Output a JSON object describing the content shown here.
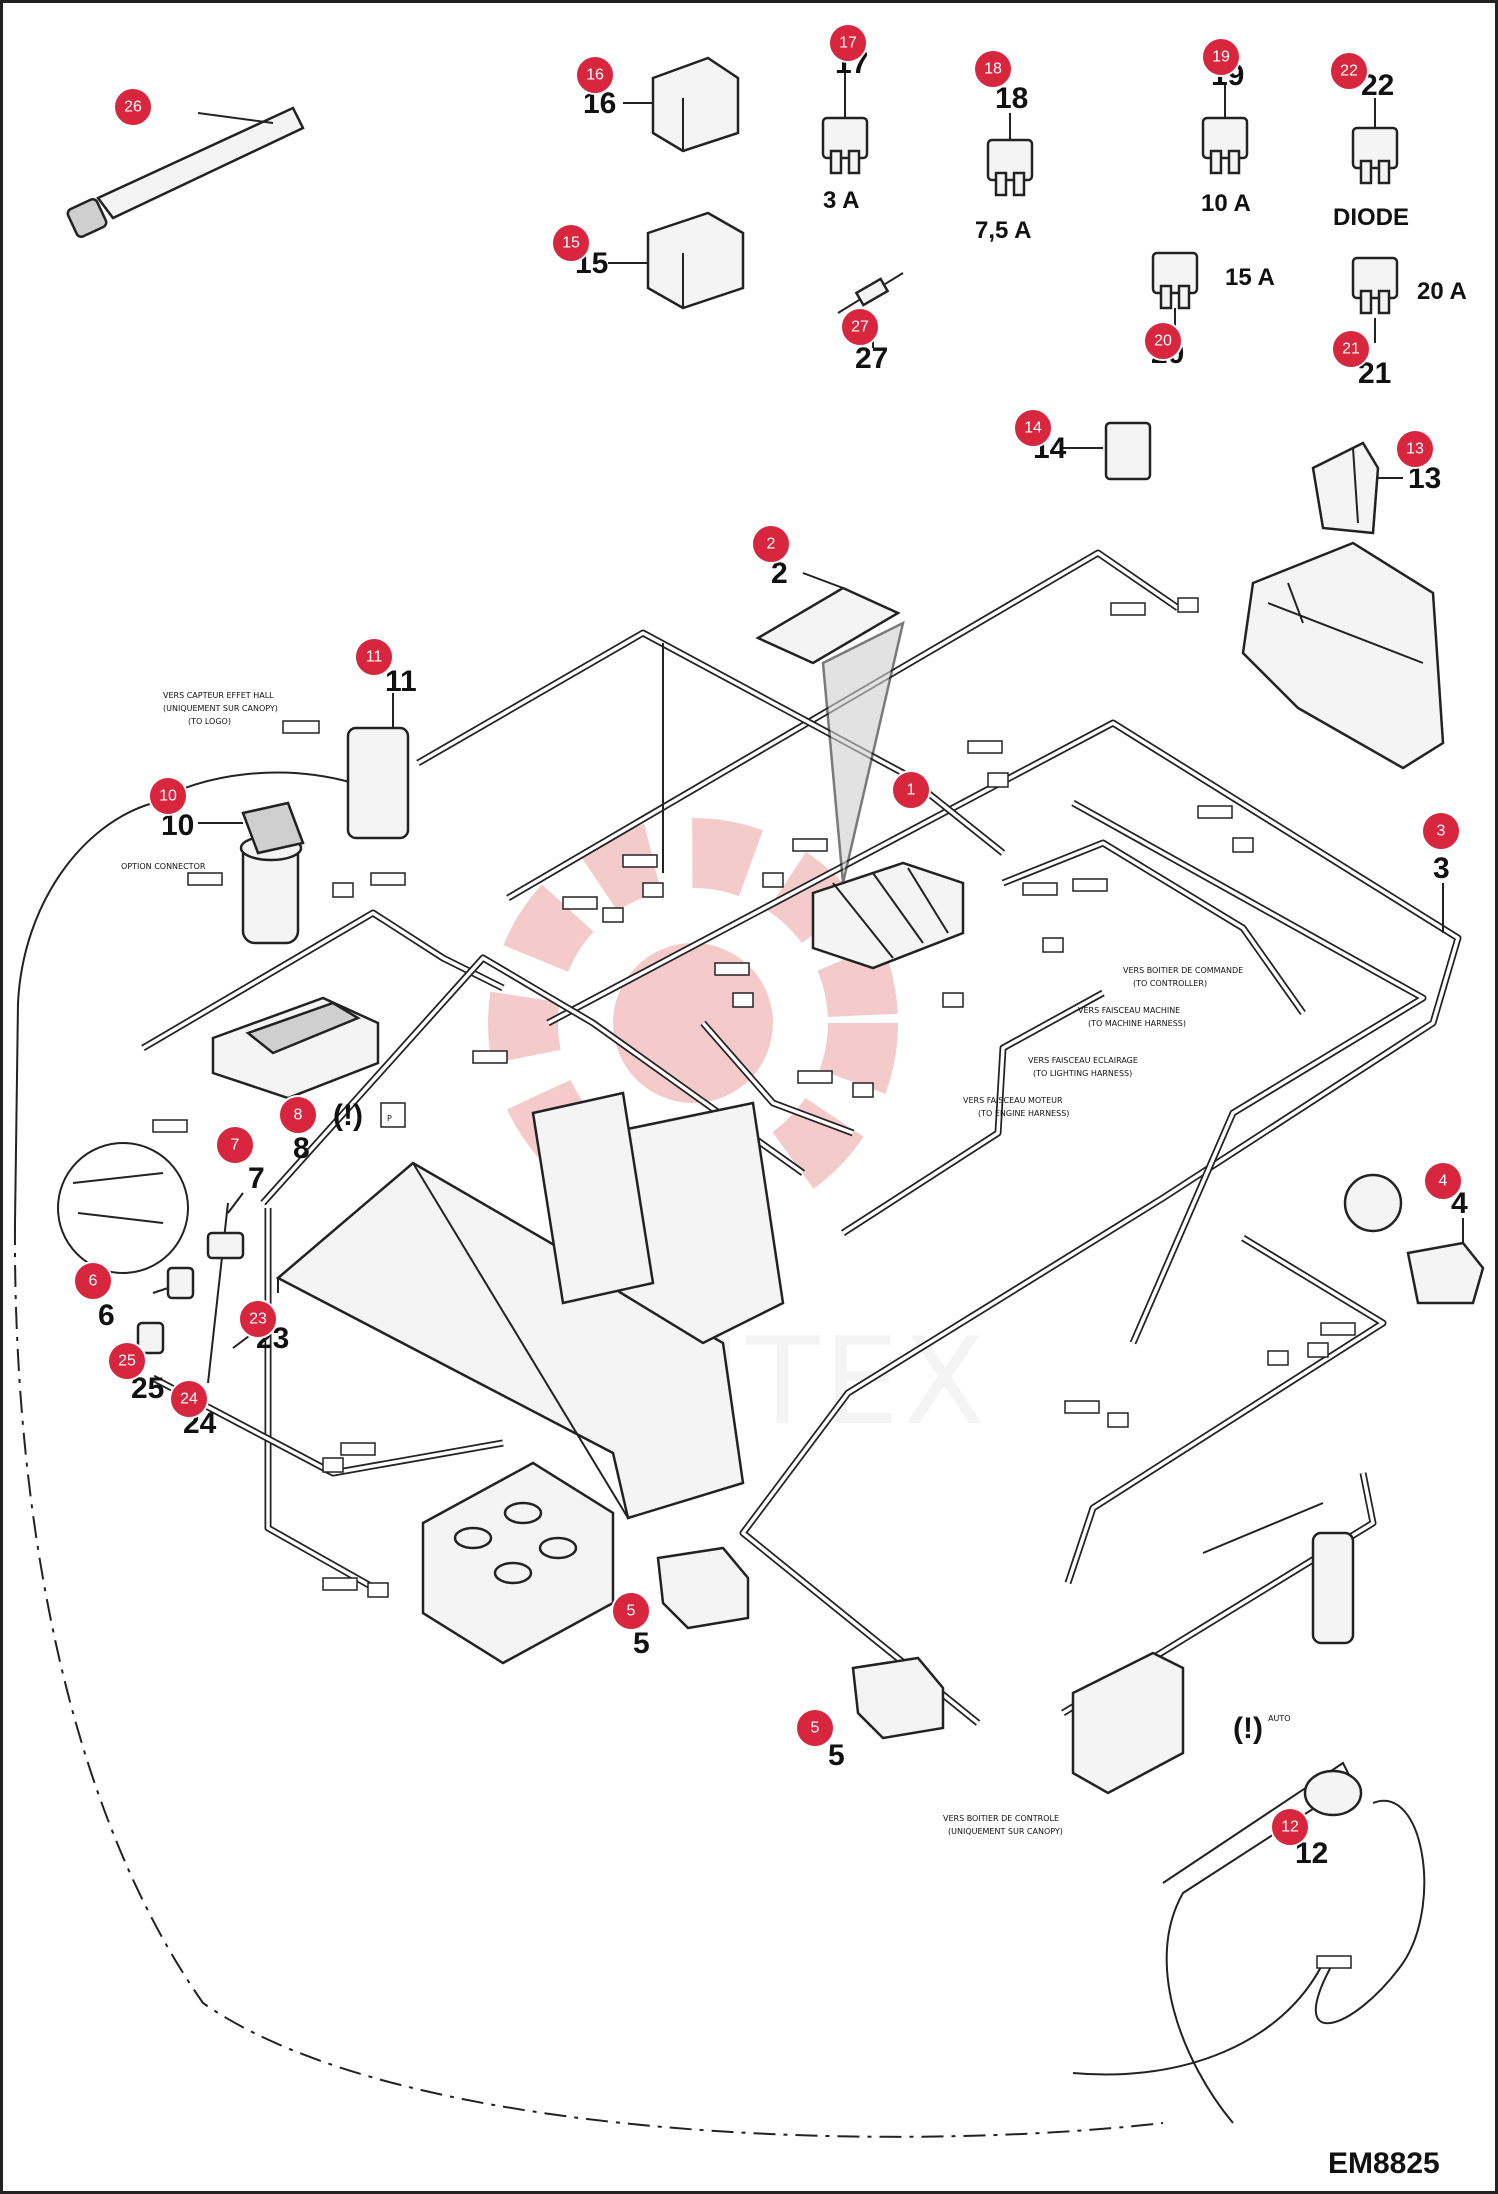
{
  "figure_code": "EM8825",
  "watermark": "ИНТЕХ",
  "brand_color": "#d7263d",
  "callouts": [
    "1",
    "2",
    "3",
    "4",
    "5",
    "5",
    "6",
    "7",
    "8",
    "10",
    "11",
    "12",
    "13",
    "14",
    "15",
    "16",
    "17",
    "18",
    "19",
    "20",
    "21",
    "22",
    "23",
    "24",
    "25",
    "26",
    "27"
  ],
  "part_numbers": [
    "2",
    "3",
    "4",
    "5",
    "5",
    "6",
    "7",
    "8",
    "10",
    "11",
    "12",
    "13",
    "14",
    "15",
    "16",
    "17",
    "18",
    "19",
    "20",
    "21",
    "22",
    "23",
    "24",
    "25",
    "27"
  ],
  "fuse_ratings": {
    "f17": "3 A",
    "f18": "7,5 A",
    "f19": "10 A",
    "f20": "15 A",
    "f21": "20 A",
    "f22": "DIODE"
  },
  "harness_notes": [
    "VERS CAPTEUR EFFET HALL",
    "(UNIQUEMENT SUR CANOPY)",
    "(TO LOGO)",
    "OPTION CONNECTOR",
    "VERS BOITIER DE COMMANDE",
    "(TO CONTROLLER)",
    "VERS FAISCEAU MOTEUR",
    "(TO ENGINE HARNESS)",
    "VERS FAISCEAU MACHINE",
    "(TO MACHINE HARNESS)",
    "VERS FAISCEAU ECLAIRAGE",
    "(TO LIGHTING HARNESS)",
    "VERS BOITIER DE CONTROLE",
    "(UNIQUEMENT SUR CANOPY)"
  ],
  "auto_label": "AUTO",
  "icons": [
    "gear-watermark",
    "park-brake-icon",
    "auto-brake-icon"
  ]
}
